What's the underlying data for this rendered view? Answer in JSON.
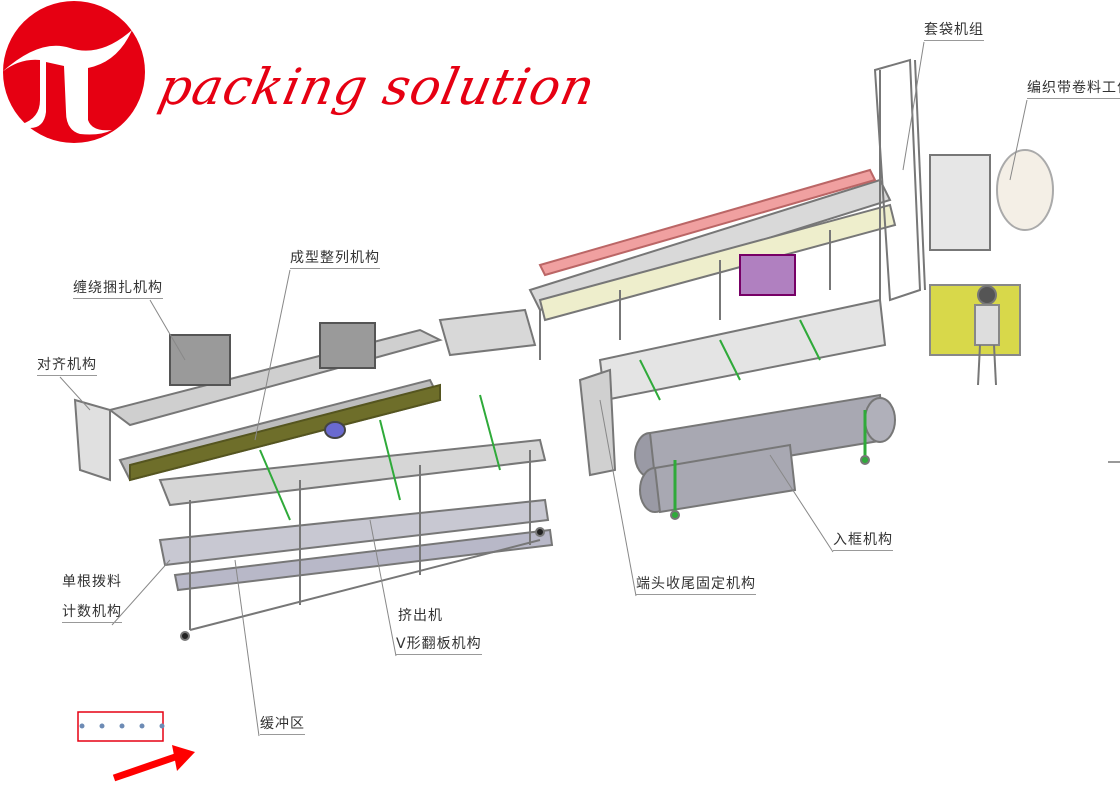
{
  "logo": {
    "brand": "packing solution",
    "symbol": "π",
    "color": "#e60012"
  },
  "labels": {
    "bagging_unit": "套袋机组",
    "woven_tape_station": "编织带卷料工位",
    "forming_alignment": "成型整列机构",
    "wrapping_binding": "缠绕捆扎机构",
    "alignment": "对齐机构",
    "single_feed_line1": "单根拨料",
    "single_feed_line2": "计数机构",
    "extruder_line1": "挤出机",
    "extruder_line2": "V形翻板机构",
    "buffer_zone": "缓冲区",
    "end_fixing": "端头收尾固定机构",
    "framing": "入框机构"
  },
  "colors": {
    "frame": "#8c8c8c",
    "rail": "#6e6e2a",
    "accent_red": "#e60012",
    "green": "#2faa3a",
    "panel": "#d8d84a"
  }
}
